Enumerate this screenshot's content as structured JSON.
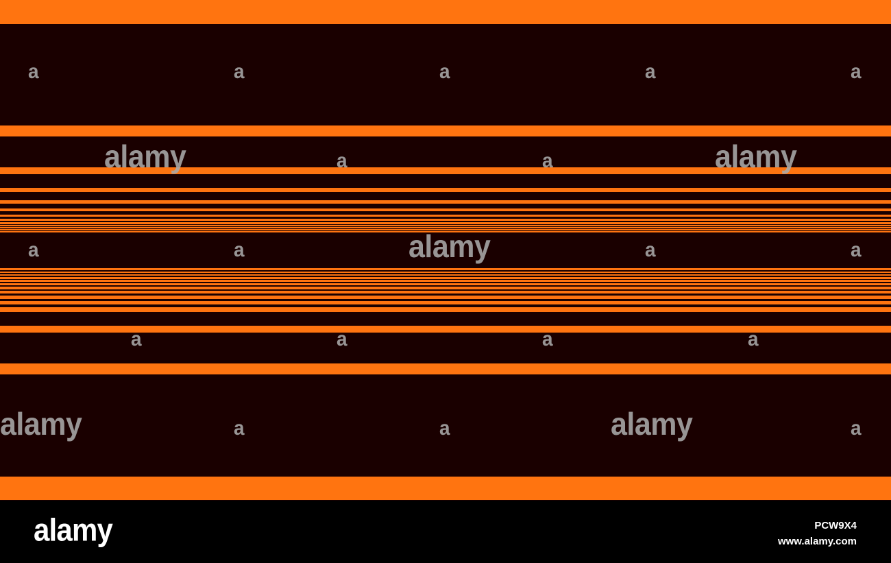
{
  "watermark": {
    "words": [
      {
        "label": "alamy"
      },
      {
        "label": "alamy"
      },
      {
        "label": "alamy"
      },
      {
        "label": "alamy"
      },
      {
        "label": "alamy"
      }
    ],
    "letters": [
      {
        "label": "a"
      },
      {
        "label": "a"
      },
      {
        "label": "a"
      },
      {
        "label": "a"
      },
      {
        "label": "a"
      },
      {
        "label": "a"
      },
      {
        "label": "a"
      },
      {
        "label": "a"
      },
      {
        "label": "a"
      },
      {
        "label": "a"
      },
      {
        "label": "a"
      },
      {
        "label": "a"
      },
      {
        "label": "a"
      },
      {
        "label": "a"
      },
      {
        "label": "a"
      },
      {
        "label": "a"
      },
      {
        "label": "a"
      },
      {
        "label": "a"
      },
      {
        "label": "a"
      },
      {
        "label": "a"
      },
      {
        "label": "a"
      },
      {
        "label": "a"
      }
    ]
  },
  "footer": {
    "logo": "alamy",
    "image_id": "PCW9X4",
    "url": "www.alamy.com"
  },
  "colors": {
    "background": "#1a0000",
    "stripe": "#ff7410",
    "footer_background": "#000000",
    "footer_text": "#ffffff",
    "watermark_text": "#aaaaaa"
  }
}
